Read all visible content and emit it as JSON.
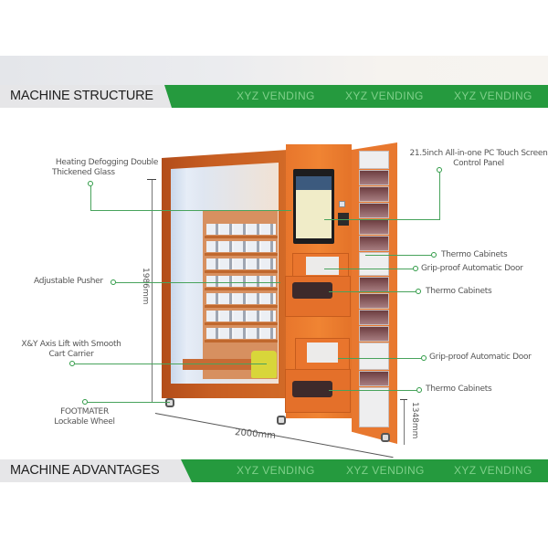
{
  "banners": {
    "structure": {
      "title": "MACHINE STRUCTURE",
      "brand": [
        "XYZ VENDING",
        "XYZ VENDING",
        "XYZ VENDING"
      ]
    },
    "advantages": {
      "title": "MACHINE ADVANTAGES",
      "brand": [
        "XYZ VENDING",
        "XYZ VENDING",
        "XYZ VENDING"
      ]
    }
  },
  "callouts": {
    "left": [
      {
        "line1": "Heating Defogging Double",
        "line2": "Thickened Glass"
      },
      {
        "line1": "Adjustable Pusher"
      },
      {
        "line1": "X&Y Axis Lift with Smooth",
        "line2": "Cart Carrier"
      },
      {
        "line1": "FOOTMATER",
        "line2": "Lockable Wheel"
      }
    ],
    "right": [
      {
        "line1": "21.5inch All-in-one PC Touch Screen",
        "line2": "Control Panel"
      },
      {
        "line1": "Thermo Cabinets"
      },
      {
        "line1": "Grip-proof Automatic Door"
      },
      {
        "line1": "Thermo Cabinets"
      },
      {
        "line1": "Grip-proof Automatic Door"
      },
      {
        "line1": "Thermo Cabinets"
      }
    ]
  },
  "dimensions": {
    "height": "1986mm",
    "width": "2000mm",
    "depth": "1348mm"
  },
  "colors": {
    "accent_green": "#259a3e",
    "brand_text": "#7fd08a",
    "machine_orange": "#e8782f",
    "callout_line": "#48a35c"
  }
}
